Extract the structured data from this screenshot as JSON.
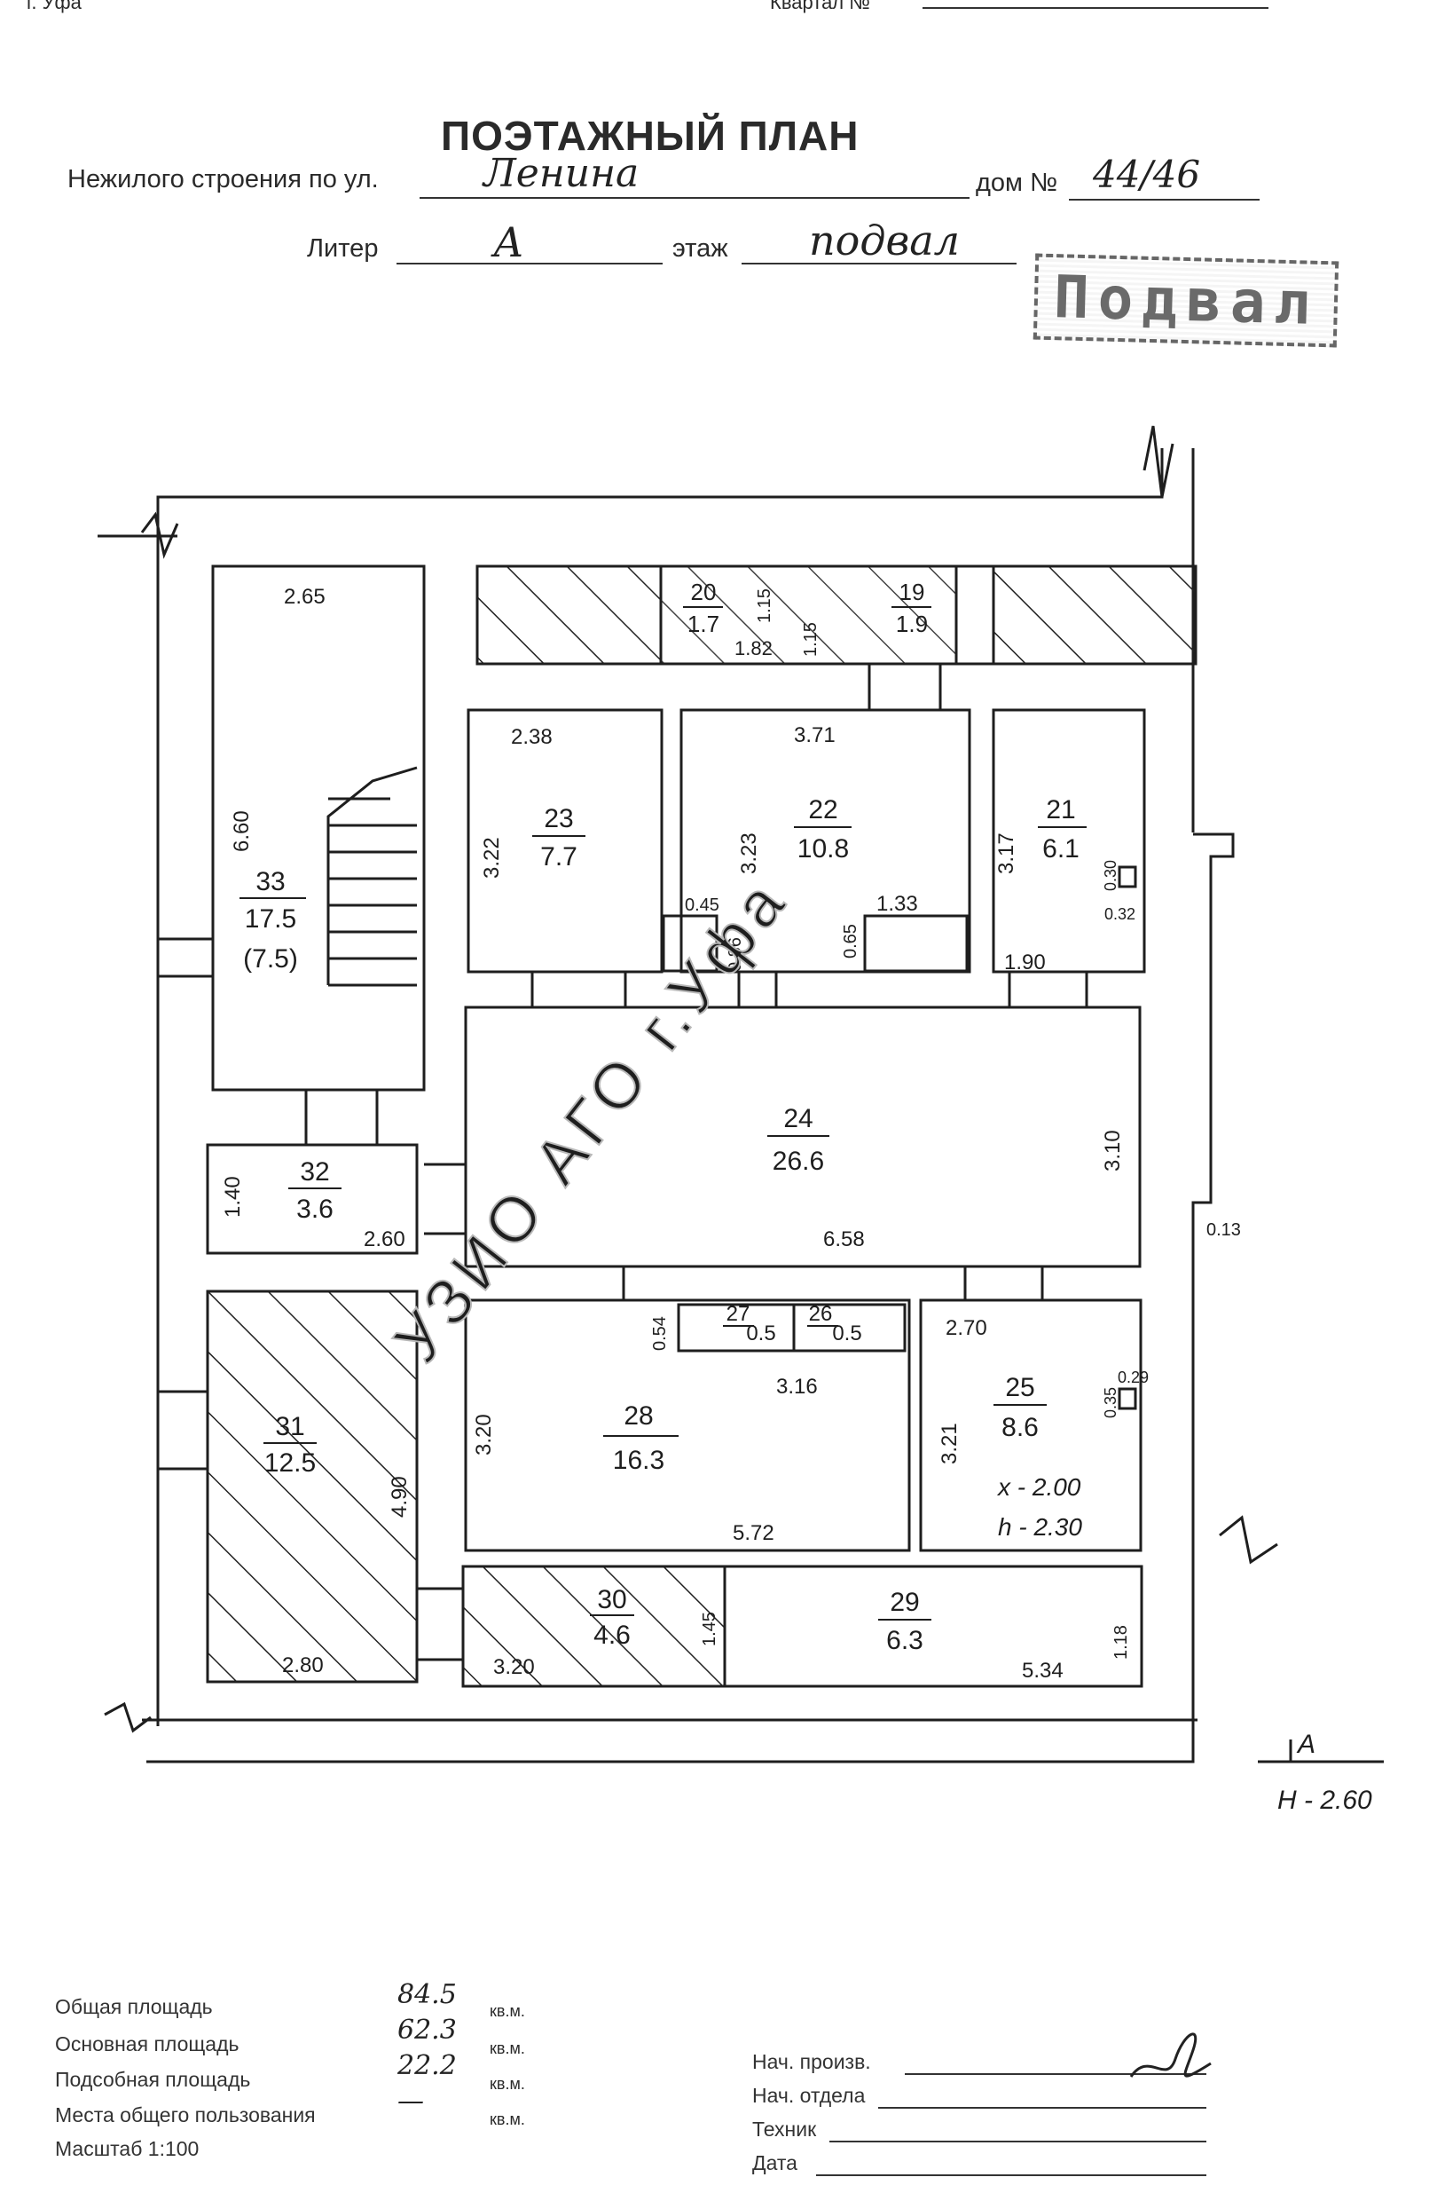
{
  "header": {
    "corner_left": "г. Уфа",
    "corner_right_label": "Квартал №"
  },
  "title": "ПОЭТАЖНЫЙ ПЛАН",
  "fields": {
    "street_label": "Нежилого строения по ул.",
    "street_value": "Ленина",
    "house_label": "дом №",
    "house_value": "44/46",
    "liter_label": "Литер",
    "liter_value": "А",
    "floor_label": "этаж",
    "floor_value": "подвал"
  },
  "stamp_text": "Подвал",
  "watermark": "УЗИО АГО г.Уфа",
  "section_marker": {
    "letter": "А",
    "height": "Н - 2.60"
  },
  "rooms": [
    {
      "id": "room-33",
      "num": "33",
      "area": "17.5",
      "extra": "(7.5)"
    },
    {
      "id": "room-32",
      "num": "32",
      "area": "3.6"
    },
    {
      "id": "room-31",
      "num": "31",
      "area": "12.5"
    },
    {
      "id": "room-30",
      "num": "30",
      "area": "4.6"
    },
    {
      "id": "room-29",
      "num": "29",
      "area": "6.3"
    },
    {
      "id": "room-28",
      "num": "28",
      "area": "16.3"
    },
    {
      "id": "room-27",
      "num": "27",
      "area": "0.5"
    },
    {
      "id": "room-26",
      "num": "26",
      "area": "0.5"
    },
    {
      "id": "room-25",
      "num": "25",
      "area": "8.6"
    },
    {
      "id": "room-24",
      "num": "24",
      "area": "26.6"
    },
    {
      "id": "room-23",
      "num": "23",
      "area": "7.7"
    },
    {
      "id": "room-22",
      "num": "22",
      "area": "10.8"
    },
    {
      "id": "room-21",
      "num": "21",
      "area": "6.1"
    },
    {
      "id": "room-20",
      "num": "20",
      "area": "1.7"
    },
    {
      "id": "room-19",
      "num": "19",
      "area": "1.9"
    }
  ],
  "dimensions": {
    "d_265": "2.65",
    "d_660": "6.60",
    "d_238": "2.38",
    "d_322": "3.22",
    "d_371": "3.71",
    "d_323": "3.23",
    "d_317": "3.17",
    "d_045": "0.45",
    "d_086": "0.86",
    "d_133": "1.33",
    "d_065": "0.65",
    "d_190": "1.90",
    "d_030": "0.30",
    "d_032": "0.32",
    "d_182": "1.82",
    "d_115": "1.15",
    "d_115b": "1.15",
    "d_310": "3.10",
    "d_658": "6.58",
    "d_140": "1.40",
    "d_260": "2.60",
    "d_013": "0.13",
    "d_054": "0.54",
    "d_316": "3.16",
    "d_270": "2.70",
    "d_029": "0.29",
    "d_035": "0.35",
    "d_320": "3.20",
    "d_321": "3.21",
    "d_572": "5.72",
    "d_490": "4.90",
    "d_280": "2.80",
    "d_320b": "3.20",
    "d_145": "1.45",
    "d_534": "5.34",
    "d_118": "1.18"
  },
  "heights": {
    "x": "х - 2.00",
    "h": "h - 2.30"
  },
  "footer": {
    "rows": [
      {
        "label": "Общая площадь",
        "value": "84.5",
        "unit": "кв.м."
      },
      {
        "label": "Основная площадь",
        "value": "62.3",
        "unit": "кв.м."
      },
      {
        "label": "Подсобная площадь",
        "value": "22.2",
        "unit": "кв.м."
      },
      {
        "label": "Места общего пользования",
        "value": "—",
        "unit": "кв.м."
      },
      {
        "label": "Масштаб 1:100",
        "value": "",
        "unit": ""
      }
    ],
    "signatures": [
      {
        "label": "Нач. произв."
      },
      {
        "label": "Нач. отдела"
      },
      {
        "label": "Техник"
      },
      {
        "label": "Дата"
      }
    ]
  }
}
